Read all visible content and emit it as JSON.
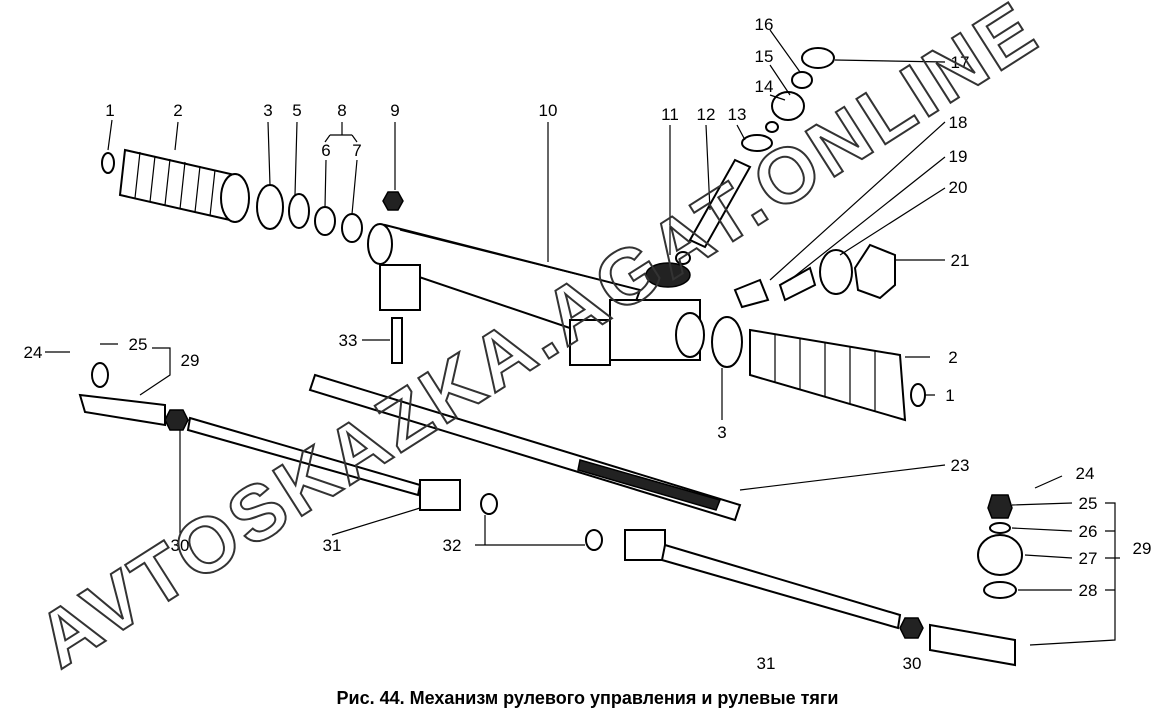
{
  "figure": {
    "caption": "Рис. 44. Механизм рулевого управления и рулевые тяги",
    "watermark": "AVTOSKAZKA.AGAT.ONLINE"
  },
  "labels": {
    "n1": "1",
    "n2": "2",
    "n3": "3",
    "n5": "5",
    "n6": "6",
    "n7": "7",
    "n8": "8",
    "n9": "9",
    "n10": "10",
    "n11": "11",
    "n12": "12",
    "n13": "13",
    "n14": "14",
    "n15": "15",
    "n16": "16",
    "n17": "17",
    "n18": "18",
    "n19": "19",
    "n20": "20",
    "n21": "21",
    "n23": "23",
    "n24": "24",
    "n25": "25",
    "n26": "26",
    "n27": "27",
    "n28": "28",
    "n29": "29",
    "n30": "30",
    "n31": "31",
    "n32": "32",
    "n33": "33"
  }
}
